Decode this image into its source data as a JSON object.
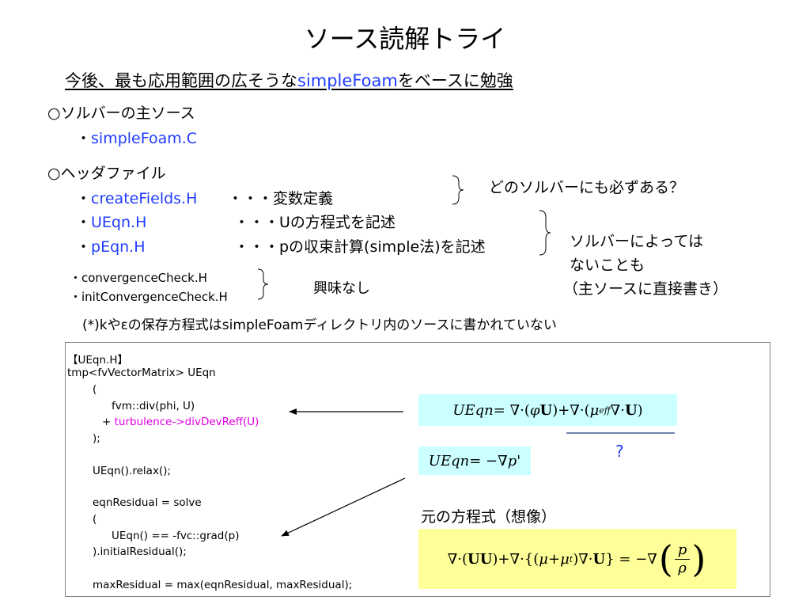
{
  "title": "ソース読解トライ",
  "subtitle": {
    "prefix": "今後、最も応用範囲の広そうな",
    "highlight": "simpleFoam",
    "suffix": "をベースに勉強"
  },
  "section_main": {
    "heading": "○ソルバーの主ソース",
    "bullet": "・",
    "item": "simpleFoam.C"
  },
  "section_header": {
    "heading": "○ヘッダファイル",
    "items": [
      {
        "bullet": "・",
        "name": "createFields.H",
        "desc": "・・・変数定義"
      },
      {
        "bullet": "・",
        "name": "UEqn.H",
        "desc": "・・・Uの方程式を記述"
      },
      {
        "bullet": "・",
        "name": "pEqn.H",
        "desc": "・・・pの収束計算(simple法)を記述"
      }
    ]
  },
  "note_every_solver": "どのソルバーにも必ずある？",
  "note_depends": [
    "ソルバーによっては",
    "ないことも",
    "（主ソースに直接書き）"
  ],
  "small_items": [
    "・convergenceCheck.H",
    "・initConvergenceCheck.H"
  ],
  "note_no_interest": "興味なし",
  "footnote": "(*)kやεの保存方程式はsimpleFoamディレクトリ内のソースに書かれていない",
  "code": {
    "header": "【UEqn.H】",
    "lines": [
      "tmp<fvVectorMatrix> UEqn",
      "(",
      "fvm::div(phi, U)",
      "+ ",
      ");",
      "UEqn().relax();",
      "eqnResidual = solve",
      "(",
      "UEqn() == -fvc::grad(p)",
      ").initialResidual();",
      "maxResidual = max(eqnResidual, maxResidual);"
    ],
    "highlight": "turbulence->divDevReff(U)"
  },
  "question_mark": "?",
  "original_eq_label": "元の方程式（想像）",
  "equations": {
    "ueqn1": {
      "lhs": "UEqn",
      "eq": " = ∇·(",
      "phi": "φ",
      "U1": "U",
      "mid": ")+∇·(",
      "mu": "μ",
      "eff": "eff",
      "rest": "∇·",
      "U2": "U",
      "close": ")"
    },
    "ueqn2": {
      "lhs": "UEqn",
      "rhs": " = −∇",
      "p": "p'"
    },
    "orig": {
      "a": "∇·(",
      "UU": "UU",
      "b": ")+∇·{(",
      "mu": "μ",
      "c": " + ",
      "mut": "μ",
      "t": "t",
      "d": ")∇·",
      "U": "U",
      "e": "} = −∇",
      "num": "p",
      "den": "ρ"
    }
  },
  "colors": {
    "blue": "#1f3cff",
    "magenta": "#e100e1",
    "cyan_box": "#ccffff",
    "yellow_box": "#ffff99",
    "line_blue": "#1f3c7a"
  }
}
